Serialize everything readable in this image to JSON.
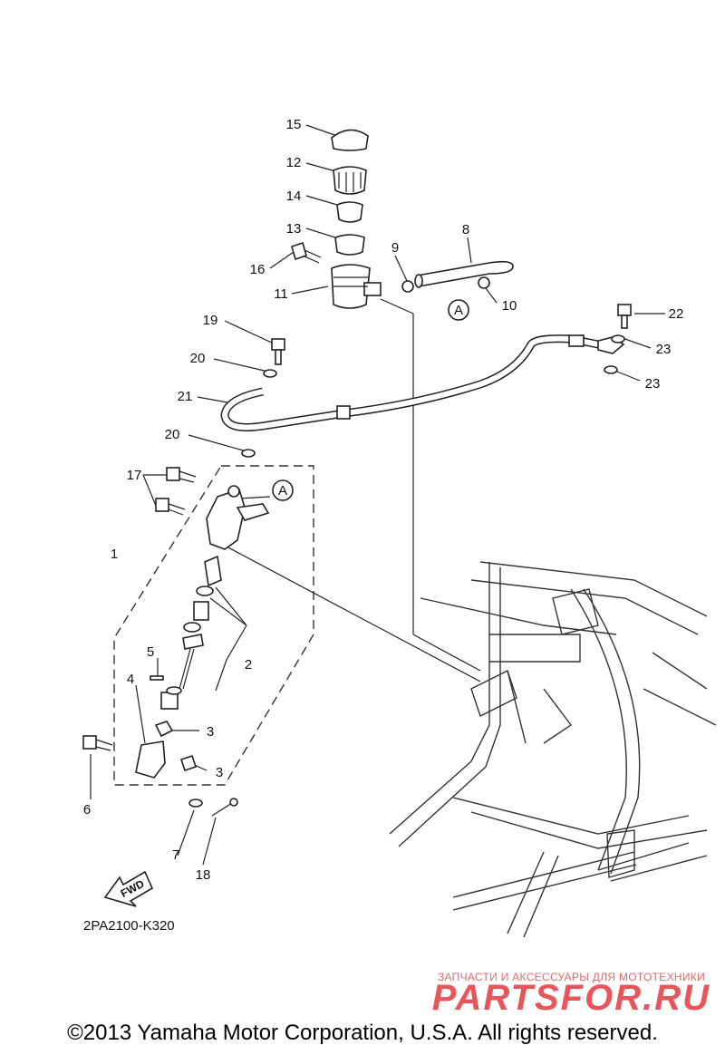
{
  "diagram": {
    "part_labels": [
      "1",
      "2",
      "3",
      "3",
      "4",
      "5",
      "6",
      "7",
      "8",
      "9",
      "10",
      "11",
      "12",
      "13",
      "14",
      "15",
      "16",
      "17",
      "18",
      "19",
      "20",
      "20",
      "21",
      "22",
      "23",
      "23"
    ],
    "ref_marker": "A",
    "fwd_label": "FWD",
    "diagram_code": "2PA2100-K320"
  },
  "watermark": {
    "tagline": "ЗАПЧАСТИ И АКСЕССУАРЫ ДЛЯ МОТОТЕХНИКИ",
    "brand": "PARTSFOR.RU"
  },
  "footer": {
    "copyright": "©2013 Yamaha Motor Corporation, U.S.A. All rights reserved."
  }
}
